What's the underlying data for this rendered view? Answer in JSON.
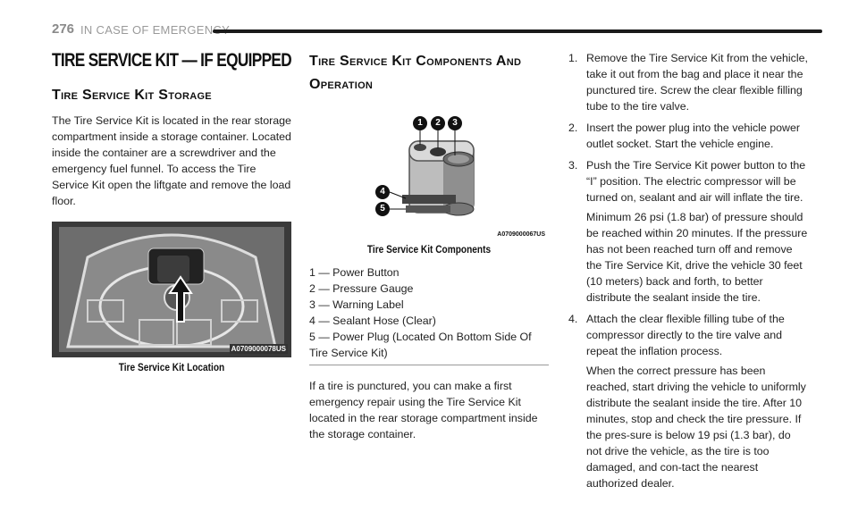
{
  "header": {
    "page_number": "276",
    "section_title": "IN CASE OF EMERGENCY"
  },
  "col1": {
    "title": "TIRE SERVICE KIT — IF EQUIPPED",
    "storage_heading": "Tire Service Kit Storage",
    "storage_text": "The Tire Service Kit is located in the rear storage compartment inside a storage container. Located inside the container are a screwdriver and the emergency fuel funnel. To access the Tire Service Kit open the liftgate and remove the load floor.",
    "figure_code": "A0709000078US",
    "figure_caption": "Tire Service Kit Location"
  },
  "col2": {
    "heading_line1": "Tire Service Kit Components And",
    "heading_line2": "Operation",
    "figure_code": "A0709000067US",
    "figure_caption": "Tire Service Kit Components",
    "callouts": [
      "1",
      "2",
      "3",
      "4",
      "5"
    ],
    "components": [
      "1 — Power Button",
      "2 — Pressure Gauge",
      "3 — Warning Label",
      "4 — Sealant Hose (Clear)",
      "5 — Power Plug (Located On Bottom Side Of Tire Service Kit)"
    ],
    "puncture_text": "If a tire is punctured, you can make a first emergency repair using the Tire Service Kit located in the rear storage compartment inside the storage container."
  },
  "col3": {
    "steps": [
      {
        "num": "1.",
        "text": "Remove the Tire Service Kit from the vehicle, take it out from the bag and place it near the punctured tire. Screw the clear flexible filling tube to the tire valve."
      },
      {
        "num": "2.",
        "text": "Insert the power plug into the vehicle power outlet socket. Start the vehicle engine."
      },
      {
        "num": "3.",
        "text": "Push the Tire Service Kit power button to the “I” position. The electric compressor will be turned on, sealant and air will inflate the tire.",
        "sub": "Minimum 26 psi (1.8 bar) of pressure should be reached within 20 minutes. If the pressure has not been reached turn off and remove the Tire Service Kit, drive the vehicle 30 feet (10 meters) back and forth, to better distribute the sealant inside the tire."
      },
      {
        "num": "4.",
        "text": "Attach the clear flexible filling tube of the compressor directly to the tire valve and repeat the inflation process.",
        "sub": "When the correct pressure has been reached, start driving the vehicle to uniformly distribute the sealant inside the tire. After 10 minutes, stop and check the tire pressure. If the pres-sure is below 19 psi (1.3 bar), do not drive the vehicle, as the tire is too damaged, and con-tact the nearest authorized dealer."
      }
    ]
  }
}
